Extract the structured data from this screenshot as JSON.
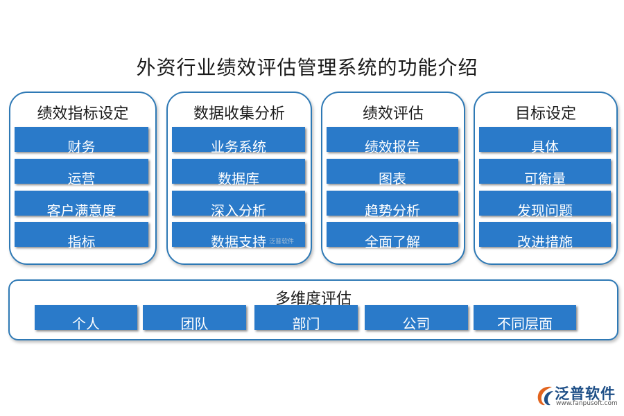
{
  "title": "外资行业绩效评估管理系统的功能介绍",
  "panels": [
    {
      "title": "绩效指标设定",
      "items": [
        "财务",
        "运营",
        "客户满意度",
        "指标"
      ]
    },
    {
      "title": "数据收集分析",
      "items": [
        "业务系统",
        "数据库",
        "深入分析",
        "数据支持"
      ]
    },
    {
      "title": "绩效评估",
      "items": [
        "绩效报告",
        "图表",
        "趋势分析",
        "全面了解"
      ]
    },
    {
      "title": "目标设定",
      "items": [
        "具体",
        "可衡量",
        "发现问题",
        "改进措施"
      ]
    }
  ],
  "bottom": {
    "title": "多维度评估",
    "items": [
      "个人",
      "团队",
      "部门",
      "公司",
      "不同层面"
    ]
  },
  "watermark": "泛普软件",
  "logo": {
    "name": "泛普软件",
    "url": "www.fanpusoft.com"
  },
  "colors": {
    "border": "#2e79b5",
    "bar": "#2a7ac9"
  }
}
